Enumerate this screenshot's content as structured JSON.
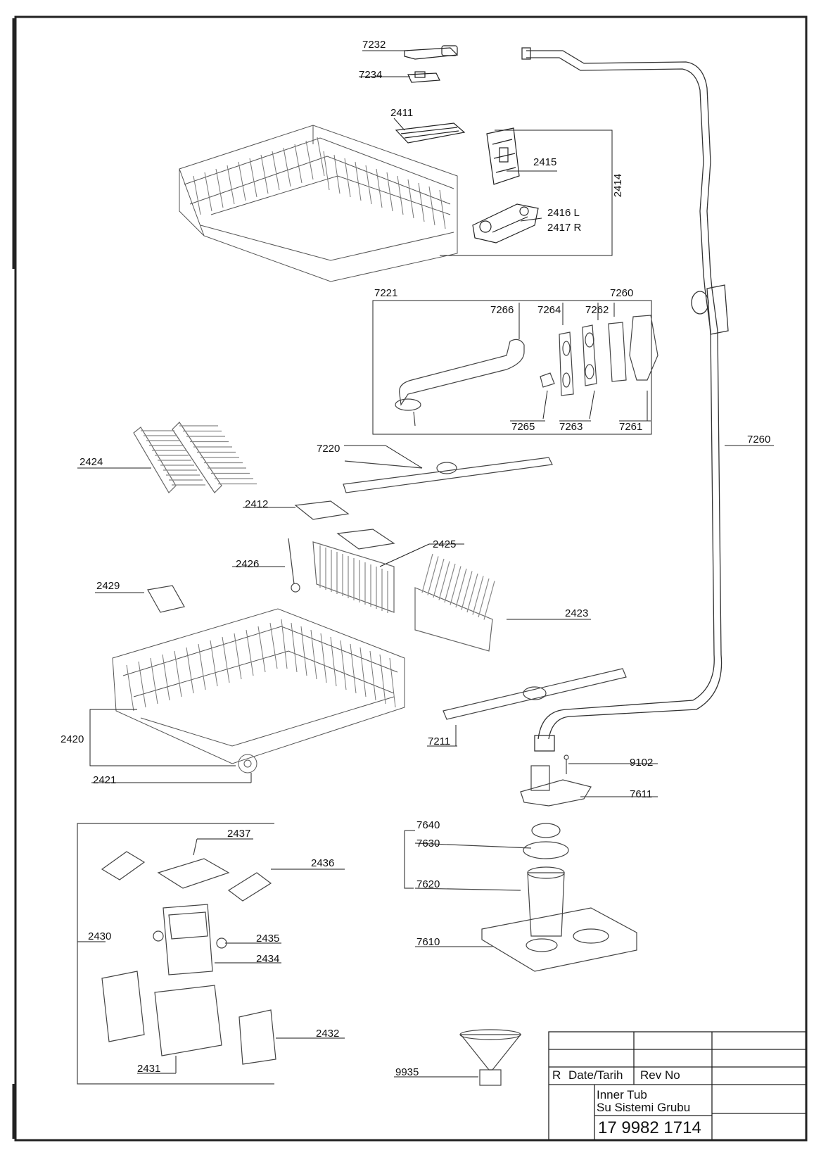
{
  "parts": {
    "p7232": "7232",
    "p7234": "7234",
    "p2411": "2411",
    "p2415": "2415",
    "p2414": "2414",
    "p2416": "2416 L",
    "p2417": "2417 R",
    "p7221": "7221",
    "p7260a": "7260",
    "p7266": "7266",
    "p7264": "7264",
    "p7262": "7262",
    "p7265": "7265",
    "p7263": "7263",
    "p7261": "7261",
    "p7260b": "7260",
    "p7220": "7220",
    "p2424": "2424",
    "p2412": "2412",
    "p2425": "2425",
    "p2426": "2426",
    "p2429": "2429",
    "p2423": "2423",
    "p2420": "2420",
    "p7211": "7211",
    "p2421": "2421",
    "p9102": "9102",
    "p7611": "7611",
    "p7640": "7640",
    "p7630": "7630",
    "p7620": "7620",
    "p7610": "7610",
    "p2437": "2437",
    "p2436": "2436",
    "p2430": "2430",
    "p2435": "2435",
    "p2434": "2434",
    "p2432": "2432",
    "p2431": "2431",
    "p9935": "9935"
  },
  "title_block": {
    "revision_label": "R",
    "date_label": "Date/Tarih",
    "rev_no_label": "Rev No",
    "title_line1": "Inner Tub",
    "title_line2": "Su Sistemi Grubu",
    "drawing_number": "17 9982 1714"
  }
}
